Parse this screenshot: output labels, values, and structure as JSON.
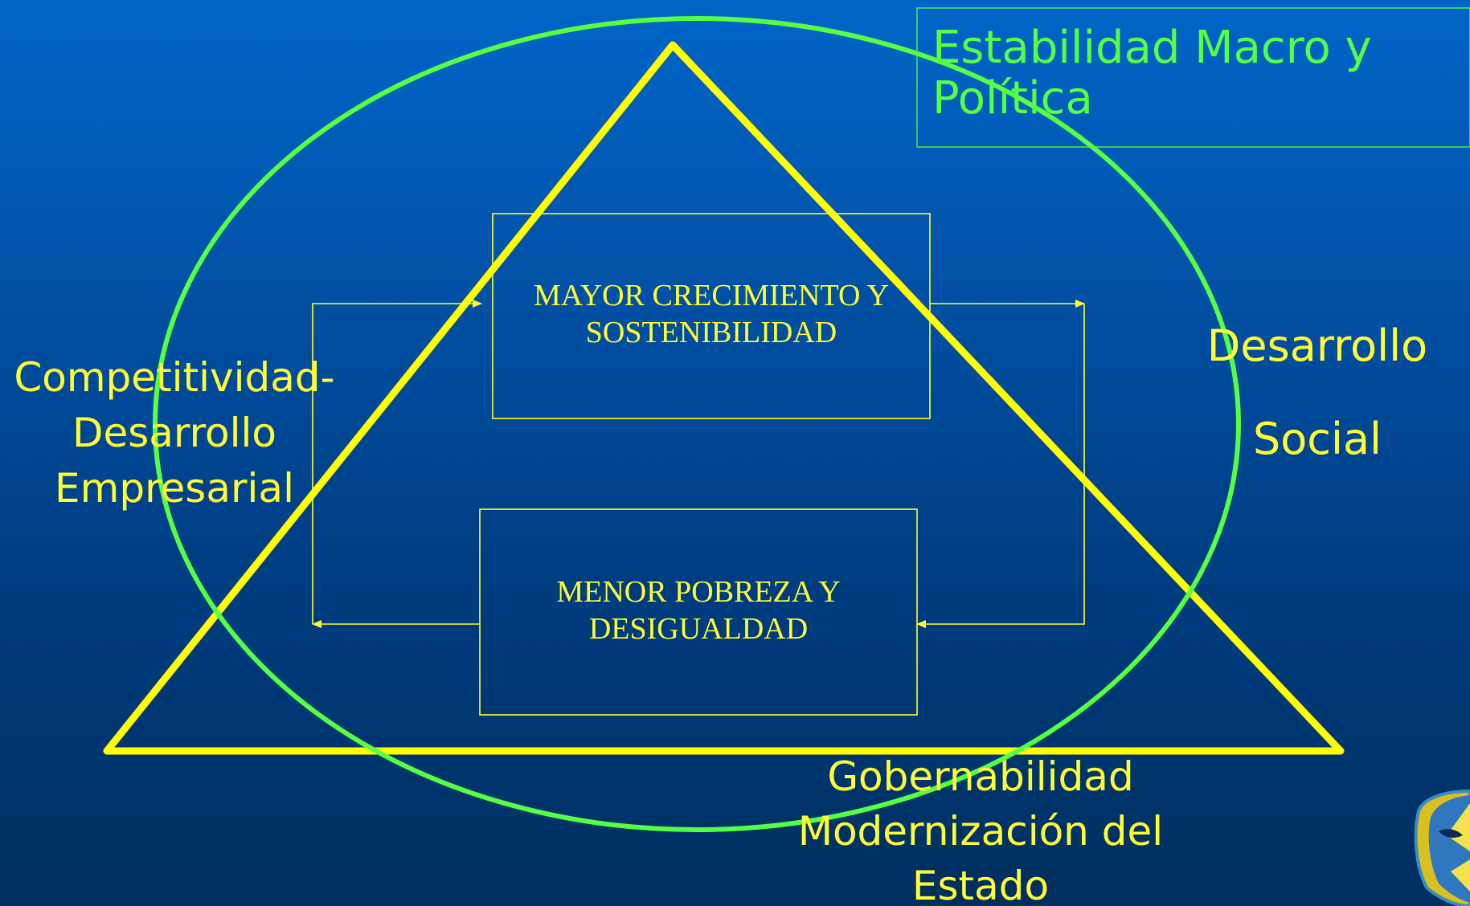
{
  "colors": {
    "background_top": "#0066c8",
    "background_bottom": "#002f5e",
    "triangle": "#ffff00",
    "ellipse": "#55ff44",
    "box_border": "#ffff33",
    "text_yellow": "#ffff33",
    "text_green": "#55ff44"
  },
  "stability_box": {
    "label": "Estabilidad Macro y Política"
  },
  "center_boxes": {
    "top": "MAYOR CRECIMIENTO Y SOSTENIBILIDAD",
    "bottom": "MENOR POBREZA Y DESIGUALDAD"
  },
  "side_labels": {
    "left": "Competitividad-\nDesarrollo\nEmpresarial",
    "right_line1": "Desarrollo",
    "right_line2": "Social",
    "bottom": "Gobernabilidad\nModernización del\nEstado"
  },
  "icons": {
    "corner_logo": "logo-icon"
  }
}
